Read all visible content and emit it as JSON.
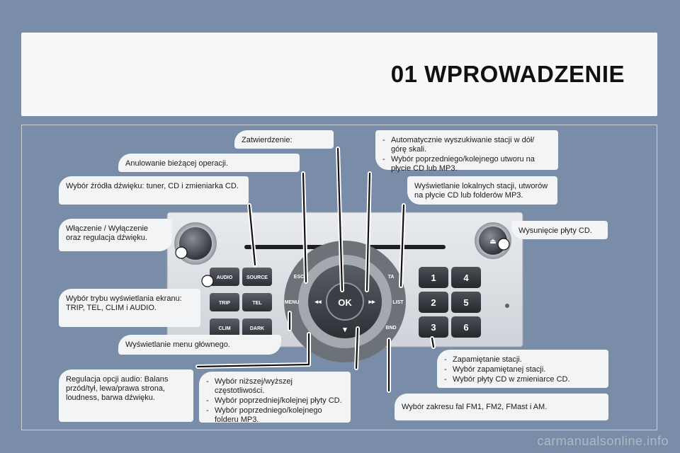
{
  "header": {
    "title": "01 WPROWADZENIE"
  },
  "callouts": {
    "confirm": "Zatwierdzenie:",
    "cancel": "Anulowanie bieżącej operacji.",
    "source": "Wybór źródła dźwięku: tuner, CD i zmieniarka CD.",
    "power": "Włączenie / Wyłączenie oraz regulacja dźwięku.",
    "display_mode": "Wybór trybu wyświetlania ekranu: TRIP, TEL, CLIM i AUDIO.",
    "main_menu": "Wyświetlanie menu głównego.",
    "audio_settings": "Regulacja opcji audio: Balans przód/tył, lewa/prawa strona, loudness, barwa dźwięku.",
    "frequency": [
      "Wybór niższej/wyższej częstotliwości.",
      "Wybór poprzedniej/kolejnej płyty CD.",
      "Wybór poprzedniego/kolejnego folderu MP3."
    ],
    "auto_search": [
      "Automatycznie wyszukiwanie stacji w dół/ górę skali.",
      "Wybór poprzedniego/kolejnego utworu na płycie CD lub MP3."
    ],
    "local_list": "Wyświetlanie lokalnych stacji, utworów na płycie CD lub folderów MP3.",
    "eject": "Wysunięcie płyty CD.",
    "presets": [
      "Zapamiętanie stacji.",
      "Wybór zapamiętanej stacji.",
      "Wybór płyty CD w zmieniarce CD."
    ],
    "band": "Wybór zakresu fal FM1, FM2, FMast i AM."
  },
  "radio": {
    "buttons": {
      "audio": "AUDIO",
      "source": "SOURCE",
      "trip": "TRIP",
      "tel": "TEL",
      "clim": "CLIM",
      "dark": "DARK",
      "esc": "ESC",
      "menu": "MENU",
      "ok": "OK",
      "list": "LIST",
      "bnd": "BND",
      "ta": "TA",
      "rew": "◂◂",
      "ffw": "▸▸",
      "down": "▾",
      "eject": "⏏"
    },
    "keypad": [
      "1",
      "4",
      "2",
      "5",
      "3",
      "6"
    ]
  },
  "watermark": "carmanualsonline.info"
}
